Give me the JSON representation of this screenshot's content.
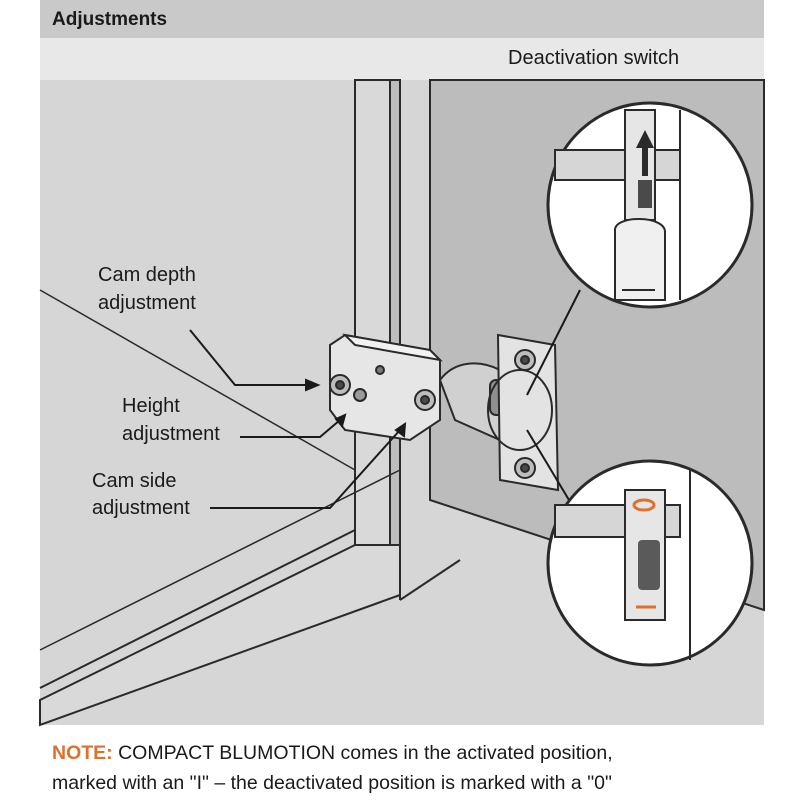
{
  "header": {
    "title": "Adjustments"
  },
  "callouts": {
    "deactivation_switch": "Deactivation switch",
    "cam_depth_line1": "Cam depth",
    "cam_depth_line2": "adjustment",
    "height_line1": "Height",
    "height_line2": "adjustment",
    "cam_side_line1": "Cam side",
    "cam_side_line2": "adjustment"
  },
  "note": {
    "tag": "NOTE:",
    "line1": " COMPACT BLUMOTION comes in the activated position,",
    "line2": "marked with an \"I\" – the deactivated position is marked with a \"0\""
  },
  "colors": {
    "accent": "#e0702a",
    "panel": "#d6d6d6",
    "header": "#c9c9c9"
  }
}
